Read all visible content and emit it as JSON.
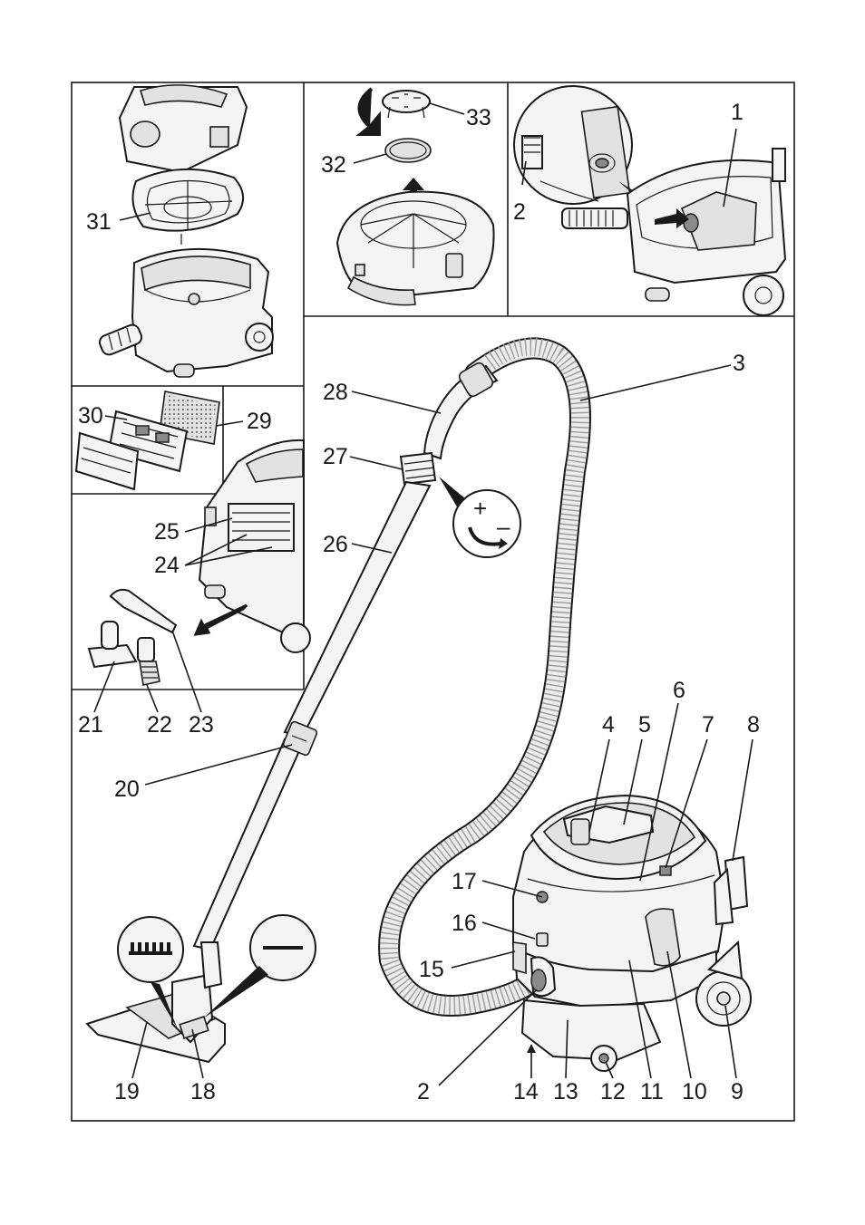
{
  "labels": {
    "l1": "1",
    "l2a": "2",
    "l2b": "2",
    "l3": "3",
    "l4": "4",
    "l5": "5",
    "l6": "6",
    "l7": "7",
    "l8": "8",
    "l9": "9",
    "l10": "10",
    "l11": "11",
    "l12": "12",
    "l13": "13",
    "l14": "14",
    "l15": "15",
    "l16": "16",
    "l17": "17",
    "l18": "18",
    "l19": "19",
    "l20": "20",
    "l21": "21",
    "l22": "22",
    "l23": "23",
    "l24": "24",
    "l25": "25",
    "l26": "26",
    "l27": "27",
    "l28": "28",
    "l29": "29",
    "l30": "30",
    "l31": "31",
    "l32": "32",
    "l33": "33"
  },
  "symbols": {
    "plus": "+",
    "minus": "–"
  },
  "colors": {
    "line": "#1a1a1a",
    "fill": "#f4f4f4",
    "shade": "#e2e2e2",
    "dark": "#8a8a8a"
  }
}
